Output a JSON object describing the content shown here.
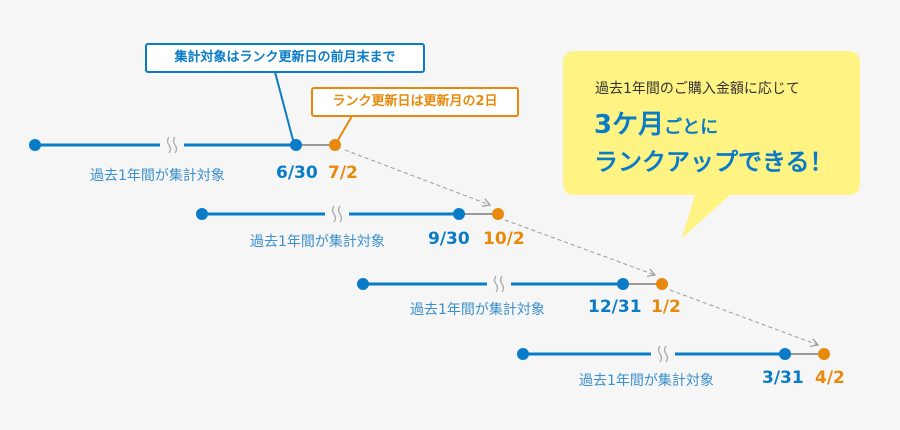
{
  "callouts": {
    "aggregation_end": "集計対象はランク更新日の前月末まで",
    "update_day": "ランク更新日は更新月の2日"
  },
  "rows": [
    {
      "period_label": "過去1年間が集計対象",
      "end_date": "6/30",
      "update_date": "7/2"
    },
    {
      "period_label": "過去1年間が集計対象",
      "end_date": "9/30",
      "update_date": "10/2"
    },
    {
      "period_label": "過去1年間が集計対象",
      "end_date": "12/31",
      "update_date": "1/2"
    },
    {
      "period_label": "過去1年間が集計対象",
      "end_date": "3/31",
      "update_date": "4/2"
    }
  ],
  "bubble": {
    "line1": "過去1年間のご購入金額に応じて",
    "big1": "3ケ月",
    "small1": "ごとに",
    "line3": "ランクアップできる！"
  },
  "colors": {
    "blue": "#0a7cc7",
    "orange": "#e8890c",
    "gray": "#999999",
    "bubble": "#fff383"
  }
}
